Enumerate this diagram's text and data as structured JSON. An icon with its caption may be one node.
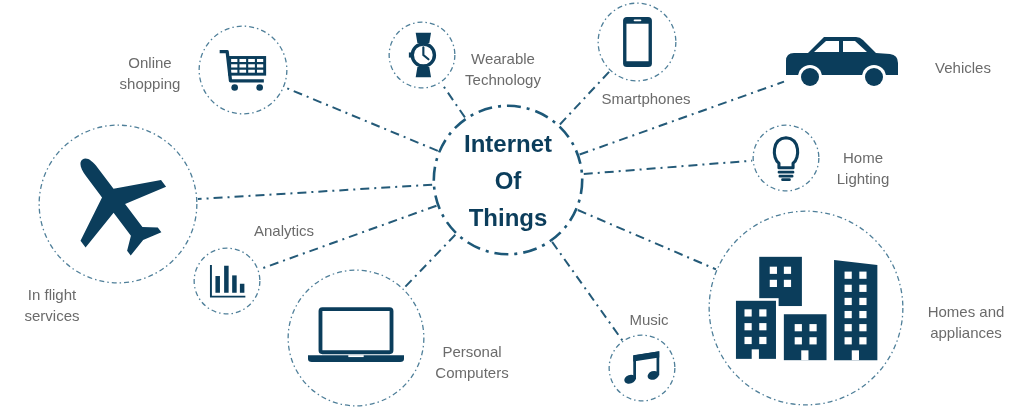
{
  "diagram": {
    "nodes": [
      {
        "text": [
          "Internet Of Things"
        ]
      },
      {
        "text": [],
        "shape": "circle",
        "beside": [
          "Online shopping"
        ]
      },
      {
        "text": [],
        "shape": "circle",
        "beside": [
          "Wearable Technology"
        ]
      },
      {
        "text": [],
        "shape": "circle",
        "beside": [
          "Smartphones"
        ]
      },
      {
        "text": [],
        "shape": "picture",
        "beside": [
          "Vehicles"
        ]
      },
      {
        "text": [],
        "shape": "circle",
        "beside": [
          "Home Lighting"
        ]
      },
      {
        "text": [],
        "shape": "circle",
        "beside": [
          "Homes and appliances"
        ]
      },
      {
        "text": [],
        "shape": "circle",
        "beside": [
          "Music"
        ]
      },
      {
        "text": [],
        "shape": "circle",
        "beside": [
          "Personal Computers"
        ]
      },
      {
        "text": [],
        "shape": "circle",
        "beside": [
          "Analytics"
        ]
      },
      {
        "text": [],
        "shape": "circle",
        "beside": [
          "In flight services"
        ]
      }
    ],
    "edges": [
      {
        "from": 0,
        "to": 1,
        "arrow": "none",
        "style": "dashed"
      },
      {
        "from": 0,
        "to": 2,
        "arrow": "none",
        "style": "dashed"
      },
      {
        "from": 0,
        "to": 3,
        "arrow": "none",
        "style": "dashed"
      },
      {
        "from": 0,
        "to": 4,
        "arrow": "none",
        "style": "dashed"
      },
      {
        "from": 0,
        "to": 5,
        "arrow": "none",
        "style": "dashed"
      },
      {
        "from": 0,
        "to": 6,
        "arrow": "none",
        "style": "dashed"
      },
      {
        "from": 0,
        "to": 7,
        "arrow": "none",
        "style": "dashed"
      },
      {
        "from": 0,
        "to": 8,
        "arrow": "none",
        "style": "dashed"
      },
      {
        "from": 0,
        "to": 9,
        "arrow": "none",
        "style": "dashed"
      },
      {
        "from": 0,
        "to": 10,
        "arrow": "none",
        "style": "dashed"
      }
    ]
  }
}
